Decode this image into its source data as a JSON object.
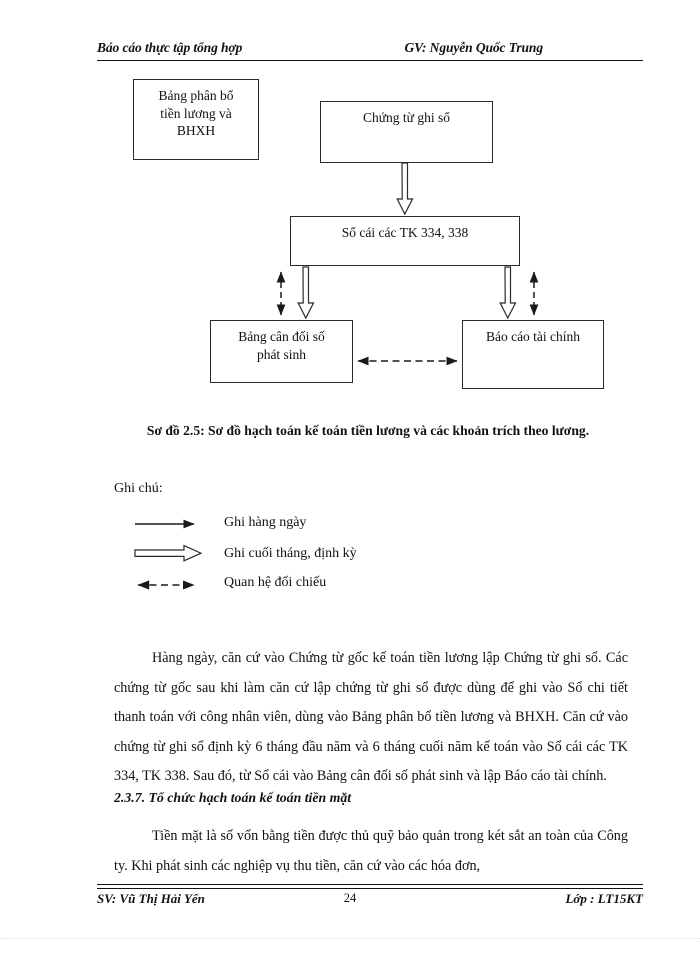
{
  "header": {
    "left": "Báo cáo thực tập tổng hợp",
    "right": "GV: Nguyễn Quốc Trung"
  },
  "diagram": {
    "boxes": [
      {
        "id": "phanbo",
        "label": "Bảng phân bổ\ntiền lương và\nBHXH"
      },
      {
        "id": "chungtu",
        "label": "Chứng từ ghi sổ"
      },
      {
        "id": "socai",
        "label": "Sổ cái các TK 334, 338"
      },
      {
        "id": "bangcan",
        "label": "Bảng cân đối số\nphát sinh"
      },
      {
        "id": "baocao",
        "label": "Báo cáo tài chính"
      }
    ]
  },
  "caption": "Sơ đồ 2.5: Sơ đồ hạch toán kế toán tiền lương và các khoản trích theo lương.",
  "legend": {
    "title": "Ghi chú:",
    "items": [
      {
        "glyph": "solid-arrow-icon",
        "label": "Ghi hàng ngày"
      },
      {
        "glyph": "hollow-block-arrow-icon",
        "label": "Ghi cuối tháng, định kỳ"
      },
      {
        "glyph": "dashed-double-arrow-icon",
        "label": "Quan hệ đối chiếu"
      }
    ]
  },
  "body": {
    "paragraph_1": "Hàng ngày, căn cứ vào Chứng từ gốc kế toán tiền lương lập Chứng từ ghi sổ. Các chứng từ gốc sau khi làm căn cứ lập chứng từ ghi sổ được dùng để ghi vào Sổ chi tiết thanh toán với công nhân viên, dùng vào Bảng phân bổ tiền lương và BHXH. Căn cứ vào chứng từ ghi sổ định kỳ 6 tháng đầu năm và 6 tháng cuối năm kế toán vào Sổ cái các TK 334, TK 338. Sau đó, từ Sổ cái vào Bảng cân đối số phát sinh và lập Báo cáo tài chính.",
    "section_heading": "2.3.7. Tổ chức hạch toán kế toán tiền mặt",
    "paragraph_2": "Tiền mặt là số vốn bằng tiền được thủ quỹ bảo quản trong két sắt an toàn của Công ty. Khi phát sinh các nghiệp vụ thu tiền, căn cứ vào các hóa đơn,"
  },
  "footer": {
    "left": "SV: Vũ Thị Hải Yến",
    "page_number": "24",
    "right": "Lớp : LT15KT"
  },
  "colors": {
    "ink": "#111111",
    "rule": "#2b2b2b",
    "page_separator": "#f3d6ea"
  }
}
